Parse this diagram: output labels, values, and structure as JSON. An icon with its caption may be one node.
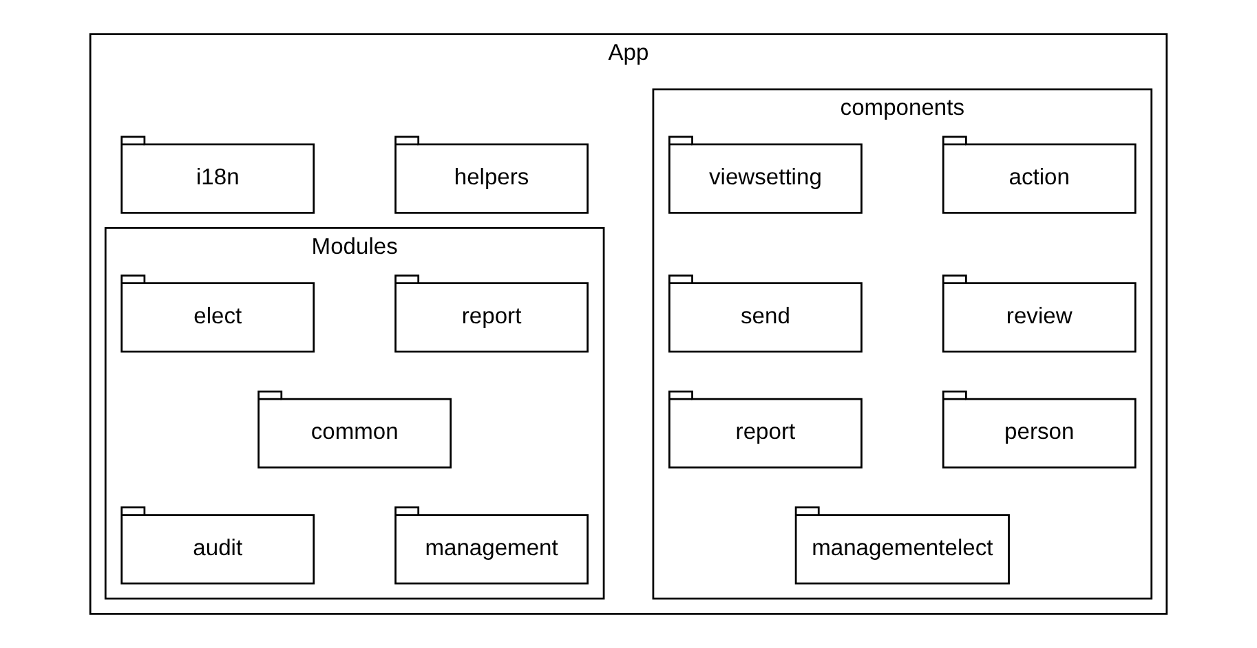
{
  "diagram": {
    "nodes": [
      {
        "text": [
          "App"
        ]
      },
      {
        "text": [
          "components"
        ],
        "in": 0
      },
      {
        "text": [
          "action"
        ],
        "in": 1
      },
      {
        "text": [
          "viewsetting"
        ],
        "in": 1
      },
      {
        "text": [
          "review"
        ],
        "in": 1
      },
      {
        "text": [
          "send"
        ],
        "in": 1
      },
      {
        "text": [
          "person"
        ],
        "in": 1
      },
      {
        "text": [
          "report"
        ],
        "in": 1
      },
      {
        "text": [
          "managementelect"
        ],
        "in": 1
      },
      {
        "text": [
          "helpers"
        ],
        "in": 0
      },
      {
        "text": [
          "i18n"
        ],
        "in": 0
      },
      {
        "text": [
          "Modules"
        ],
        "in": 0
      },
      {
        "text": [
          "report"
        ],
        "in": 11
      },
      {
        "text": [
          "elect"
        ],
        "in": 11
      },
      {
        "text": [
          "common"
        ],
        "in": 11
      },
      {
        "text": [
          "audit"
        ],
        "in": 11
      },
      {
        "text": [
          "management"
        ],
        "in": 11
      }
    ]
  }
}
